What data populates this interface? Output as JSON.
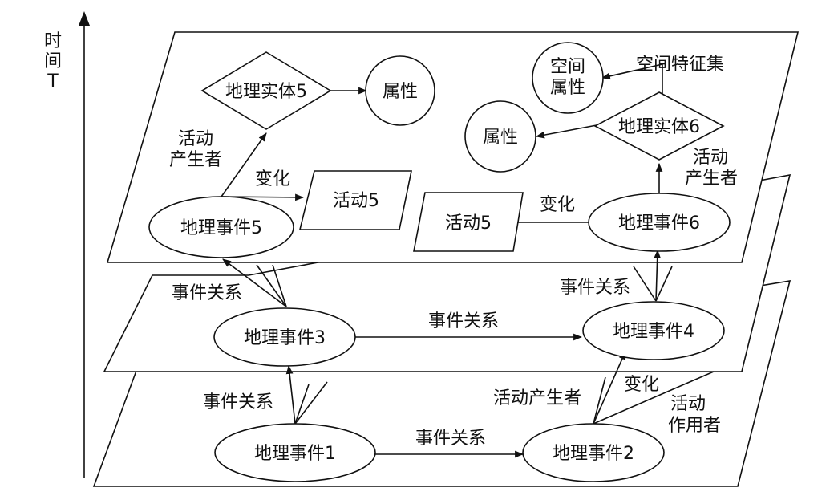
{
  "time_axis": {
    "label_line1": "时",
    "label_line2": "间",
    "label_line3": "T"
  },
  "layers": {
    "top": {
      "event5": "地理事件5",
      "event6": "地理事件6",
      "activity5_left": "活动5",
      "activity5_right": "活动5",
      "entity5": "地理实体5",
      "entity6": "地理实体6",
      "attribute5": "属性",
      "attribute6": "属性",
      "spatial_attr_line1": "空间",
      "spatial_attr_line2": "属性",
      "spatial_feature_set": "空间特征集",
      "producer5_line1": "活动",
      "producer5_line2": "产生者",
      "producer6_line1": "活动",
      "producer6_line2": "产生者",
      "change5": "变化",
      "change6": "变化"
    },
    "middle": {
      "event3": "地理事件3",
      "event4": "地理事件4",
      "relation_3_4": "事件关系",
      "relation_3_5": "事件关系",
      "relation_4_6": "事件关系"
    },
    "bottom": {
      "event1": "地理事件1",
      "event2": "地理事件2",
      "relation_1_2": "事件关系",
      "relation_1_3": "事件关系",
      "producer_2_4": "活动产生者",
      "change_2_4": "变化",
      "actor_line1": "活动",
      "actor_line2": "作用者"
    }
  }
}
